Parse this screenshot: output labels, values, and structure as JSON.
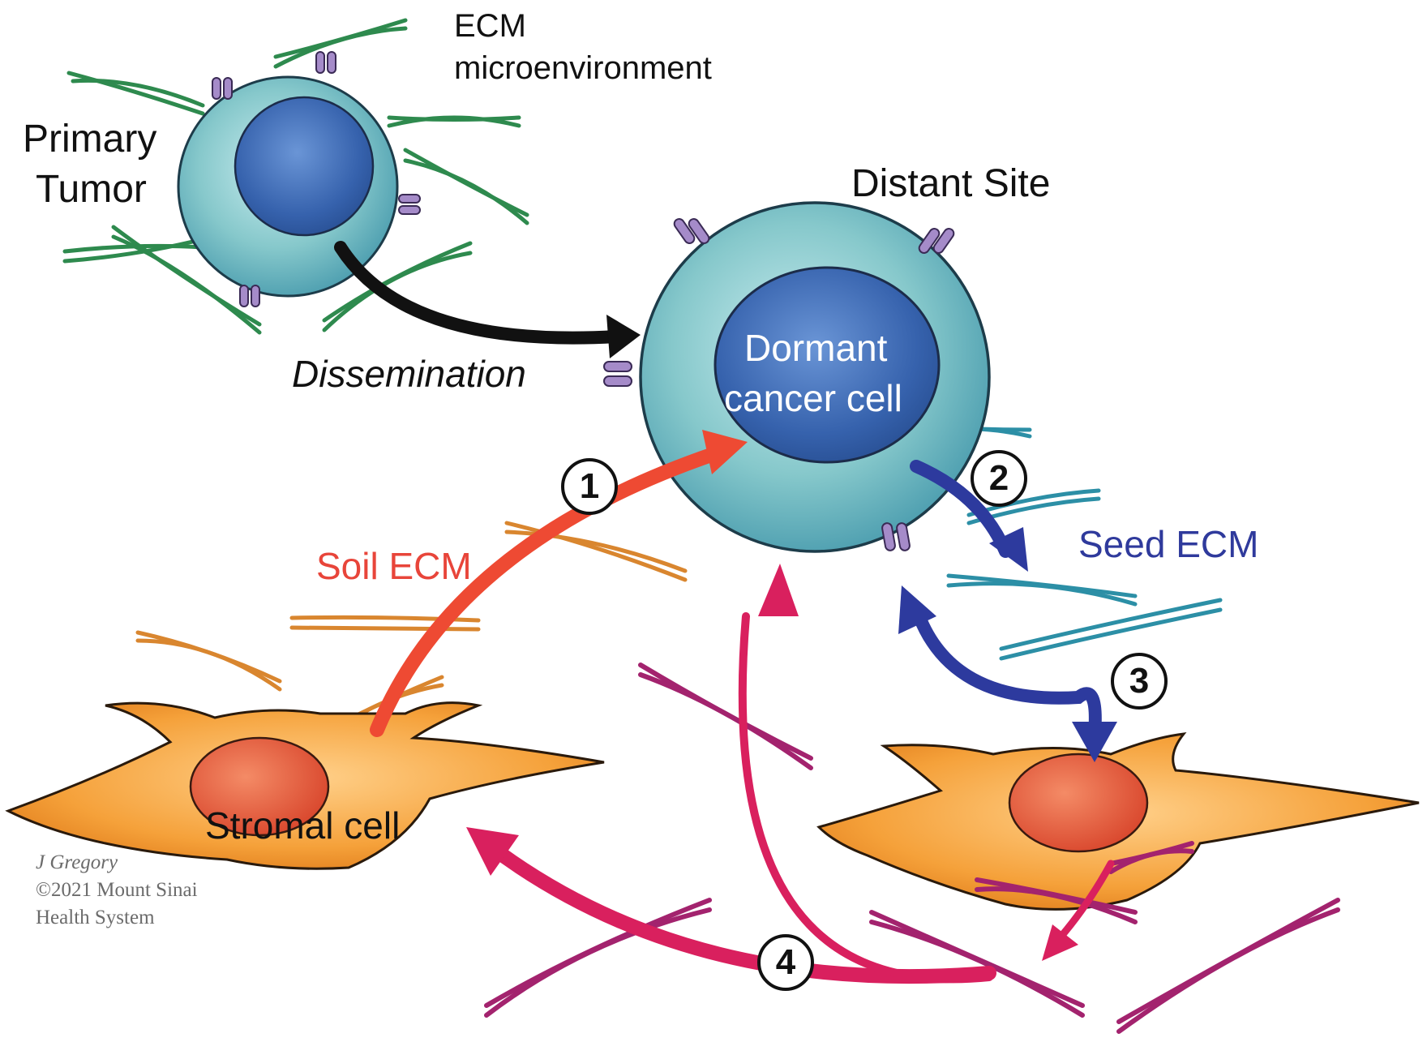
{
  "labels": {
    "ecm_micro_line1": "ECM",
    "ecm_micro_line2": "microenvironment",
    "primary_tumor_line1": "Primary",
    "primary_tumor_line2": "Tumor",
    "distant_site": "Distant Site",
    "dormant_line1": "Dormant",
    "dormant_line2": "cancer cell",
    "dissemination": "Dissemination",
    "soil_ecm": "Soil ECM",
    "seed_ecm": "Seed ECM",
    "stromal_cell": "Stromal cell"
  },
  "steps": [
    "1",
    "2",
    "3",
    "4"
  ],
  "credit": {
    "line1": "J Gregory",
    "line2": "©2021 Mount Sinai",
    "line3": "Health System"
  },
  "colors": {
    "tumor_cell": "#7fc7c6",
    "nucleus": "#3b6fb6",
    "receptor": "#a58bc9",
    "stromal_cell": "#f5a13a",
    "stromal_nucleus": "#e4573a",
    "ecm_green": "#2e8a4e",
    "ecm_orange": "#d9862f",
    "ecm_teal": "#2c8fa6",
    "ecm_magenta": "#a3236e",
    "arrow_black": "#111111",
    "arrow_red": "#ee4a33",
    "arrow_blue": "#2d3a9e",
    "arrow_pink": "#d9205e"
  }
}
